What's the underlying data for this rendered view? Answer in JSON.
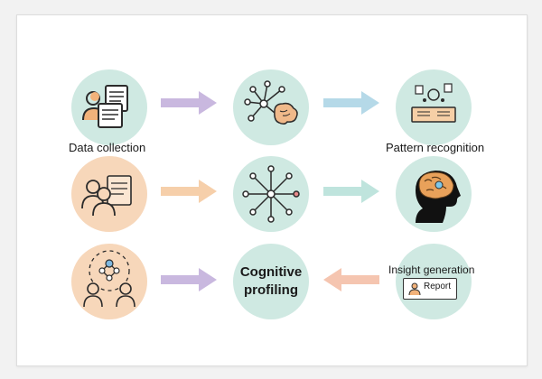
{
  "labels": {
    "data_collection": "Data collection",
    "pattern_recognition": "Pattern recognition",
    "insight_generation": "Insight generation",
    "cognitive_line1": "Cognitive",
    "cognitive_line2": "profiling",
    "report": "Report"
  },
  "colors": {
    "mint": "#cfe9e2",
    "peach": "#f7d7ba",
    "purple_arrow": "#c9b8df",
    "blue_arrow": "#b5d9e8",
    "peach_arrow": "#f6cfaa",
    "mint_arrow": "#bfe4dd",
    "salmon_arrow": "#f5c5b0",
    "brain": "#e9a15a"
  },
  "icons": {
    "row1_left": "people-documents-icon",
    "row1_mid": "network-brain-icon",
    "row1_right": "laptop-research-icon",
    "row2_left": "people-profile-icon",
    "row2_mid": "network-graph-icon",
    "row2_right": "head-brain-icon",
    "row3_left": "group-network-icon",
    "row3_right": "report-icon"
  }
}
